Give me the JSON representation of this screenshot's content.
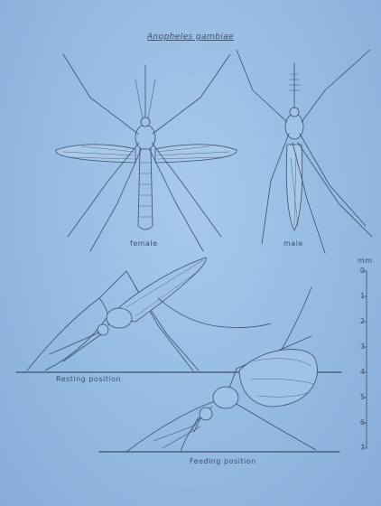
{
  "plate": {
    "title": "Anopheles gambiae",
    "figures": {
      "female": "female",
      "male": "male",
      "resting": "Resting position",
      "feeding": "Feeding position"
    },
    "scale": {
      "unit": "mm",
      "ticks": [
        "0",
        "1",
        "2",
        "3",
        "4",
        "5",
        "6",
        "7"
      ]
    }
  },
  "colors": {
    "background": "#95bbe2",
    "ink": "#3d4f6a"
  }
}
